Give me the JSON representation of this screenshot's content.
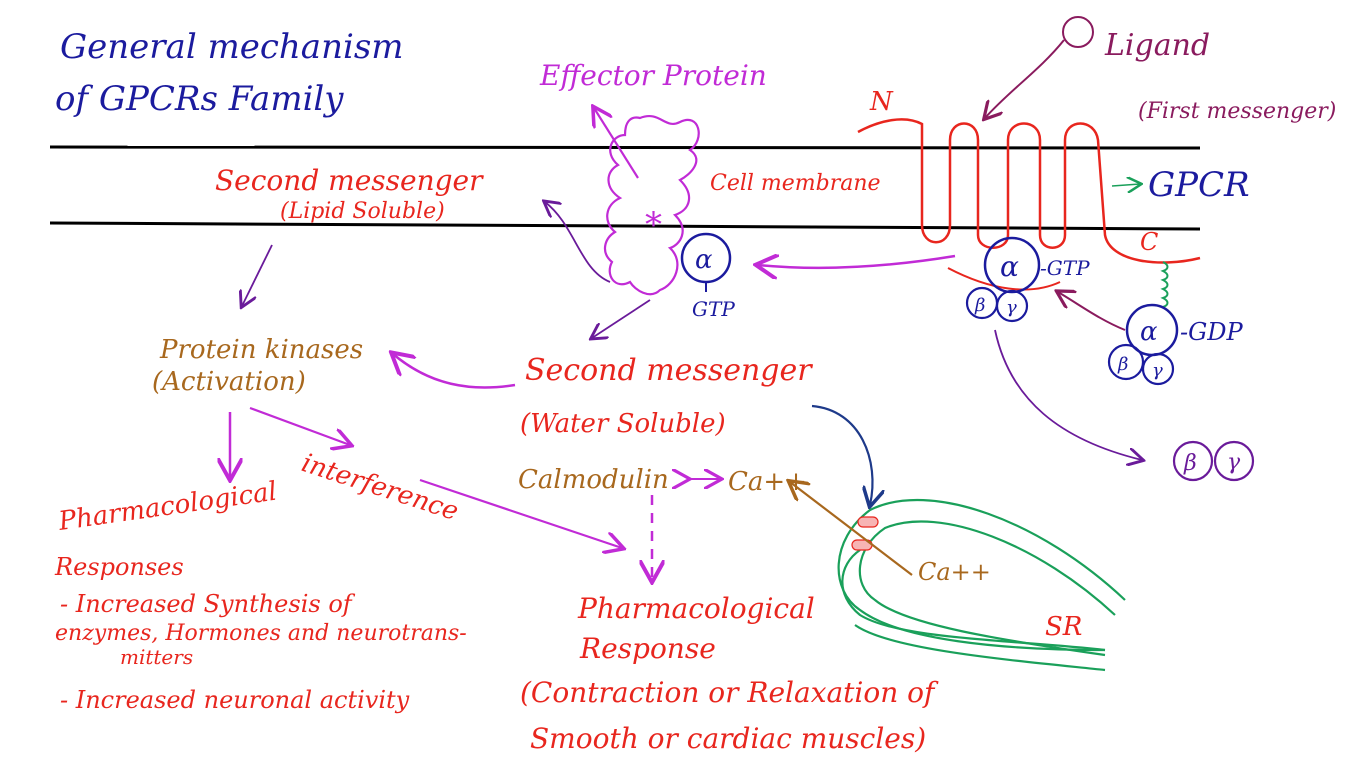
{
  "title": {
    "line1": "General mechanism",
    "line2": "of GPCRs Family"
  },
  "labels": {
    "effector_protein": "Effector Protein",
    "ligand": "Ligand",
    "first_messenger": "(First messenger)",
    "n_terminus": "N",
    "c_terminus": "C",
    "gpcr": "GPCR",
    "cell_membrane": "Cell membrane",
    "second_messenger_lipid": "Second messenger",
    "lipid_soluble": "(Lipid Soluble)",
    "alpha": "α",
    "beta": "β",
    "gamma": "γ",
    "gtp_dash": "-GTP",
    "gtp": "GTP",
    "gdp": "-GDP",
    "protein_kinases": "Protein kinases",
    "activation": "(Activation)",
    "second_messenger_water": "Second messenger",
    "water_soluble": "(Water Soluble)",
    "calmodulin": "Calmodulin",
    "ca_pp": "Ca++",
    "ca_sr": "Ca++",
    "sr": "SR",
    "interference": "interference",
    "pharm_responses": "Pharmacological",
    "pharm_responses2": "Responses",
    "synthesis_1": "- Increased Synthesis of",
    "synthesis_2": "enzymes, Hormones and neurotrans-",
    "synthesis_3": "mitters",
    "neuronal": "- Increased neuronal activity",
    "pharm_response": "Pharmacological",
    "pharm_response2": "Response",
    "contraction_1": "(Contraction or Relaxation of",
    "contraction_2": "Smooth or cardiac muscles)"
  },
  "colors": {
    "blue": "#1b1b9e",
    "purple": "#6a1b9a",
    "magenta": "#c12bd6",
    "red": "#e8261e",
    "brown": "#a8681e",
    "green": "#1aa05a",
    "navy": "#1e3a8a",
    "black": "#000000"
  }
}
